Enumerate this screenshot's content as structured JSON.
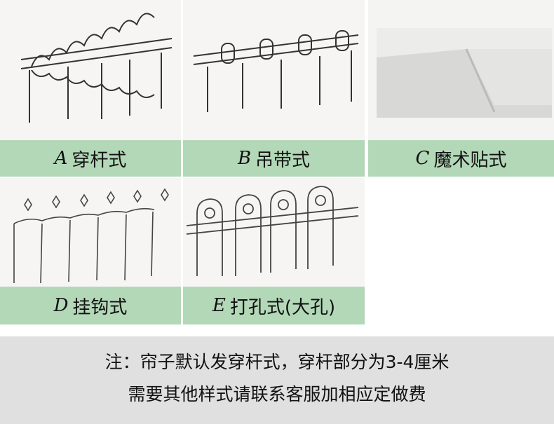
{
  "styles": [
    {
      "letter": "A",
      "name": "穿杆式"
    },
    {
      "letter": "B",
      "name": "吊带式"
    },
    {
      "letter": "C",
      "name": "魔术贴式"
    },
    {
      "letter": "D",
      "name": "挂钩式"
    },
    {
      "letter": "E",
      "name": "打孔式(大孔)"
    }
  ],
  "note": {
    "line1": "注：帘子默认发穿杆式，穿杆部分为3-4厘米",
    "line2": "需要其他样式请联系客服加相应定做费"
  }
}
